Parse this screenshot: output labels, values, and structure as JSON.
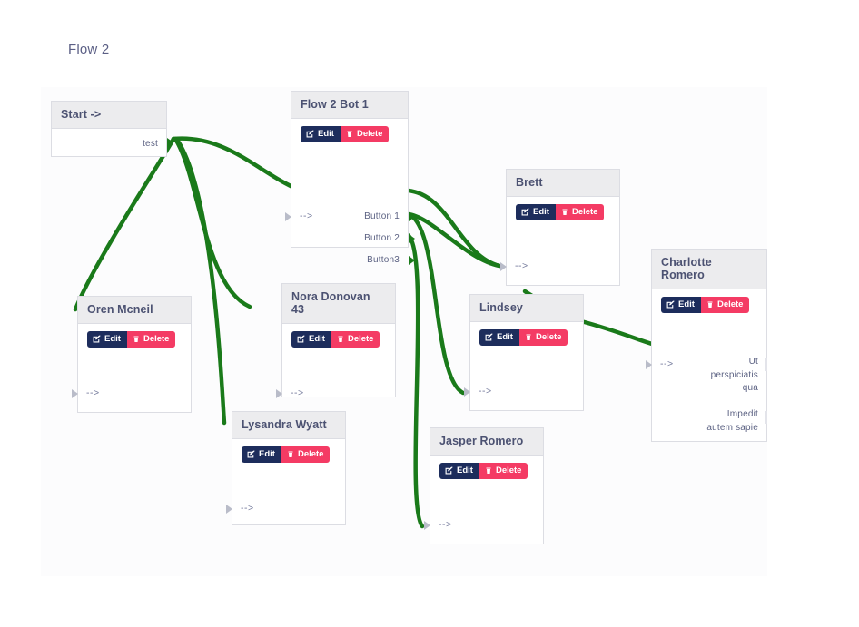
{
  "flow": {
    "title": "Flow 2"
  },
  "nodes": [
    {
      "id": "start",
      "title": "Start ->",
      "has_buttons": false,
      "inputs": [],
      "outputs": [
        "test"
      ]
    },
    {
      "id": "flow2bot1",
      "title": "Flow 2 Bot 1",
      "has_buttons": true,
      "edit_label": "Edit",
      "delete_label": "Delete",
      "inputs": [
        "-->"
      ],
      "outputs": [
        "Button 1",
        "Button 2",
        "Button3"
      ]
    },
    {
      "id": "oren",
      "title": "Oren Mcneil",
      "has_buttons": true,
      "edit_label": "Edit",
      "delete_label": "Delete",
      "inputs": [
        "-->"
      ],
      "outputs": []
    },
    {
      "id": "nora",
      "title": "Nora Donovan 43",
      "has_buttons": true,
      "edit_label": "Edit",
      "delete_label": "Delete",
      "inputs": [
        "-->"
      ],
      "outputs": []
    },
    {
      "id": "lysandra",
      "title": "Lysandra Wyatt",
      "has_buttons": true,
      "edit_label": "Edit",
      "delete_label": "Delete",
      "inputs": [
        "-->"
      ],
      "outputs": []
    },
    {
      "id": "brett",
      "title": "Brett",
      "has_buttons": true,
      "edit_label": "Edit",
      "delete_label": "Delete",
      "inputs": [
        "-->"
      ],
      "outputs": []
    },
    {
      "id": "lindsey",
      "title": "Lindsey",
      "has_buttons": true,
      "edit_label": "Edit",
      "delete_label": "Delete",
      "inputs": [
        "-->"
      ],
      "outputs": []
    },
    {
      "id": "jasper",
      "title": "Jasper Romero",
      "has_buttons": true,
      "edit_label": "Edit",
      "delete_label": "Delete",
      "inputs": [
        "-->"
      ],
      "outputs": []
    },
    {
      "id": "charlotte",
      "title": "Charlotte Romero",
      "has_buttons": true,
      "edit_label": "Edit",
      "delete_label": "Delete",
      "inputs": [
        "-->"
      ],
      "outputs": [
        "Ut perspiciatis qua",
        "Impedit autem sapie"
      ]
    }
  ],
  "edges": [
    {
      "from": "start.test",
      "to": "flow2bot1.in"
    },
    {
      "from": "start.test",
      "to": "oren.in"
    },
    {
      "from": "start.test",
      "to": "nora.in"
    },
    {
      "from": "start.test",
      "to": "lysandra.in"
    },
    {
      "from": "flow2bot1.Button 1",
      "to": "brett.in"
    },
    {
      "from": "flow2bot1.Button 2",
      "to": "brett.in"
    },
    {
      "from": "flow2bot1.Button 2",
      "to": "lindsey.in"
    },
    {
      "from": "flow2bot1.Button3",
      "to": "jasper.in"
    },
    {
      "from": "brett.out",
      "to": "lindsey.in"
    },
    {
      "from": "lindsey.out",
      "to": "charlotte.in"
    }
  ],
  "colors": {
    "edge": "#1a7a1a",
    "edit_button": "#1d2d5c",
    "delete_button": "#f43b64",
    "node_header": "#ececee",
    "node_border": "#dcdde3",
    "title_text": "#5b5f85",
    "canvas": "#fcfcfd"
  },
  "icons": {
    "edit": "edit-square-icon",
    "delete": "trash-icon"
  }
}
